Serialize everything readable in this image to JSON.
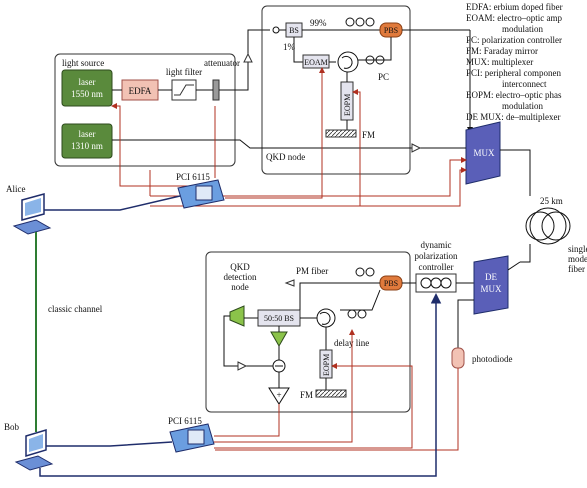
{
  "legend": {
    "lines": [
      "EDFA: erbium doped fiber",
      "EOAM: electro–optic amp",
      "modulation",
      "PC: polarization controller",
      "FM: Faraday mirror",
      "MUX: multiplexer",
      "PCI: peripheral componen",
      "interconnect",
      "EOPM: electro–optic phas",
      "modulation",
      "DE MUX: de–multiplexer"
    ]
  },
  "alice": {
    "name": "Alice",
    "light_source": "light source",
    "laser_1550_line1": "laser",
    "laser_1550_line2": "1550 nm",
    "laser_1310_line1": "laser",
    "laser_1310_line2": "1310 nm",
    "edfa": "EDFA",
    "light_filter": "light filter",
    "attenuator": "attenuator",
    "pci": "PCI 6115",
    "qkd_node": "QKD node",
    "bs": "BS",
    "pct_99": "99%",
    "pct_1": "1%",
    "eoam": "EOAM",
    "pbs": "PBS",
    "pc": "PC",
    "eopm": "EOPM",
    "fm": "FM",
    "mux": "MUX"
  },
  "channel": {
    "classic": "classic channel",
    "fiber_len": "25 km",
    "fiber_type_1": "single",
    "fiber_type_2": "mode",
    "fiber_type_3": "fiber"
  },
  "bob": {
    "name": "Bob",
    "pci": "PCI 6115",
    "qkd_detection_1": "QKD",
    "qkd_detection_2": "detection",
    "qkd_detection_3": "node",
    "bs": "50:50 BS",
    "pm_fiber": "PM fiber",
    "pbs": "PBS",
    "delay_line": "delay line",
    "eopm": "EOPM",
    "fm": "FM",
    "dpc_1": "dynamic",
    "dpc_2": "polarization",
    "dpc_3": "controller",
    "demux_1": "DE",
    "demux_2": "MUX",
    "photodiode": "photodiode"
  },
  "colors": {
    "laser_fill": "#5a8a3c",
    "edfa_fill": "#f2c2b4",
    "pbs_fill": "#e07a3c",
    "mux_fill": "#5a5fb8",
    "red_wire": "#b03020",
    "blue_wire": "#1f2d6b",
    "green_wire": "#2e7d32",
    "amp_fill": "#8bc34a"
  }
}
